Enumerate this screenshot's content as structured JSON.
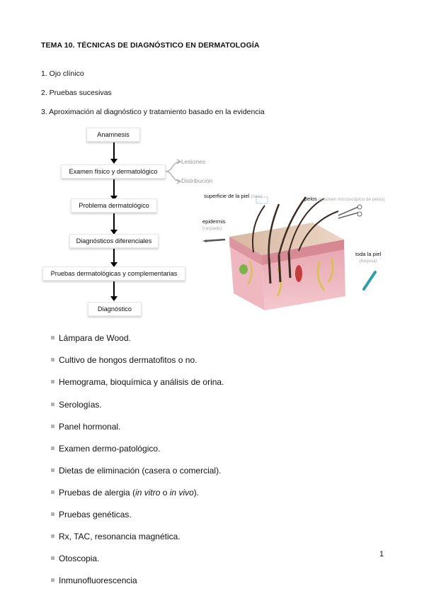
{
  "title": "TEMA 10. TÉCNICAS DE DIAGNÓSTICO EN DERMATOLOGÍA",
  "numbered_items": [
    "1. Ojo clínico",
    "2. Pruebas sucesivas",
    "3. Aproximación al diagnóstico y tratamiento basado en la evidencia"
  ],
  "flowchart": {
    "steps": [
      "Anamnesis",
      "Examen físico y dermatológico",
      "Problema dermatológico",
      "Diagnósticos diferenciales",
      "Pruebas dermatológicas y complementarias",
      "Diagnóstico"
    ],
    "side_labels": [
      "Lesiones",
      "Distribución"
    ]
  },
  "skin_figure": {
    "labels": {
      "surface": "superficie de la piel",
      "surface_note": "(celo)",
      "hair": "pelos",
      "hair_note": "(examen microscópico de pelos)",
      "epidermis": "epidermis",
      "epidermis_note": "(raspado)",
      "whole_skin": "toda la piel",
      "whole_skin_note": "(biopsia)"
    }
  },
  "bullets": [
    {
      "text": "Lámpara de Wood."
    },
    {
      "text": "Cultivo de hongos dermatofitos o no."
    },
    {
      "text": "Hemograma, bioquímica y análisis de orina."
    },
    {
      "text": "Serologías."
    },
    {
      "text": "Panel hormonal."
    },
    {
      "text": "Examen dermo-patológico."
    },
    {
      "text": "Dietas de eliminación (casera o comercial)."
    },
    {
      "text_before": "Pruebas de alergia (",
      "italic1": "in vitro",
      "mid": " o ",
      "italic2": "in vivo",
      "text_after": ")."
    },
    {
      "text": "Pruebas genéticas."
    },
    {
      "text": "Rx, TAC, resonancia magnética."
    },
    {
      "text": "Otoscopia."
    },
    {
      "text": "Inmunofluorescencia"
    }
  ],
  "page_number": "1",
  "colors": {
    "arrow": "#000000",
    "side_label": "#9a9a9a",
    "bullet_square": "#b3b3b3"
  }
}
